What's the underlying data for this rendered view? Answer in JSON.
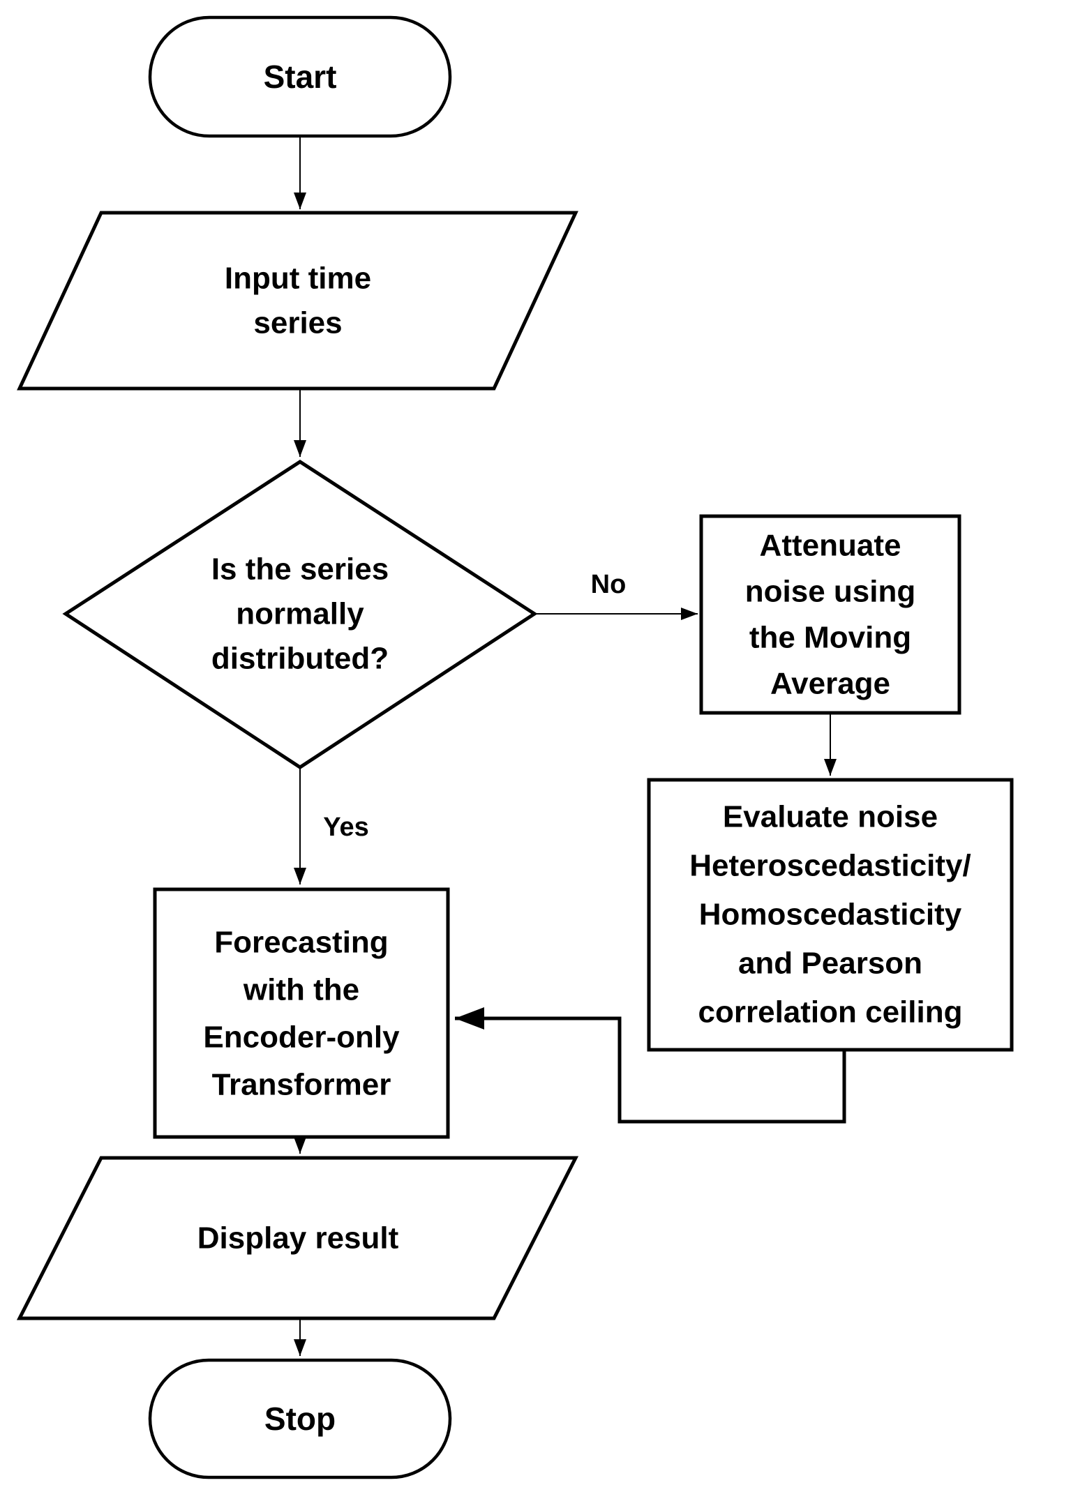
{
  "flowchart": {
    "background": "#ffffff",
    "stroke_color": "#000000",
    "text_color": "#000000",
    "nodes": [
      {
        "id": "start",
        "type": "terminator",
        "lines": [
          "Start"
        ]
      },
      {
        "id": "input-time-series",
        "type": "input-output",
        "lines": [
          "Input time",
          "series"
        ]
      },
      {
        "id": "normality-decision",
        "type": "decision",
        "lines": [
          "Is the series",
          "normally",
          "distributed?"
        ]
      },
      {
        "id": "attenuate-noise",
        "type": "process",
        "lines": [
          "Attenuate",
          "noise using",
          "the Moving",
          "Average"
        ]
      },
      {
        "id": "evaluate-noise",
        "type": "process",
        "lines": [
          "Evaluate noise",
          "Heteroscedasticity/",
          "Homoscedasticity",
          "and Pearson",
          "correlation ceiling"
        ]
      },
      {
        "id": "forecasting",
        "type": "process",
        "lines": [
          "Forecasting",
          "with the",
          "Encoder-only",
          "Transformer"
        ]
      },
      {
        "id": "display-result",
        "type": "input-output",
        "lines": [
          "Display result"
        ]
      },
      {
        "id": "stop",
        "type": "terminator",
        "lines": [
          "Stop"
        ]
      }
    ],
    "edge_labels": {
      "no": "No",
      "yes": "Yes"
    }
  }
}
